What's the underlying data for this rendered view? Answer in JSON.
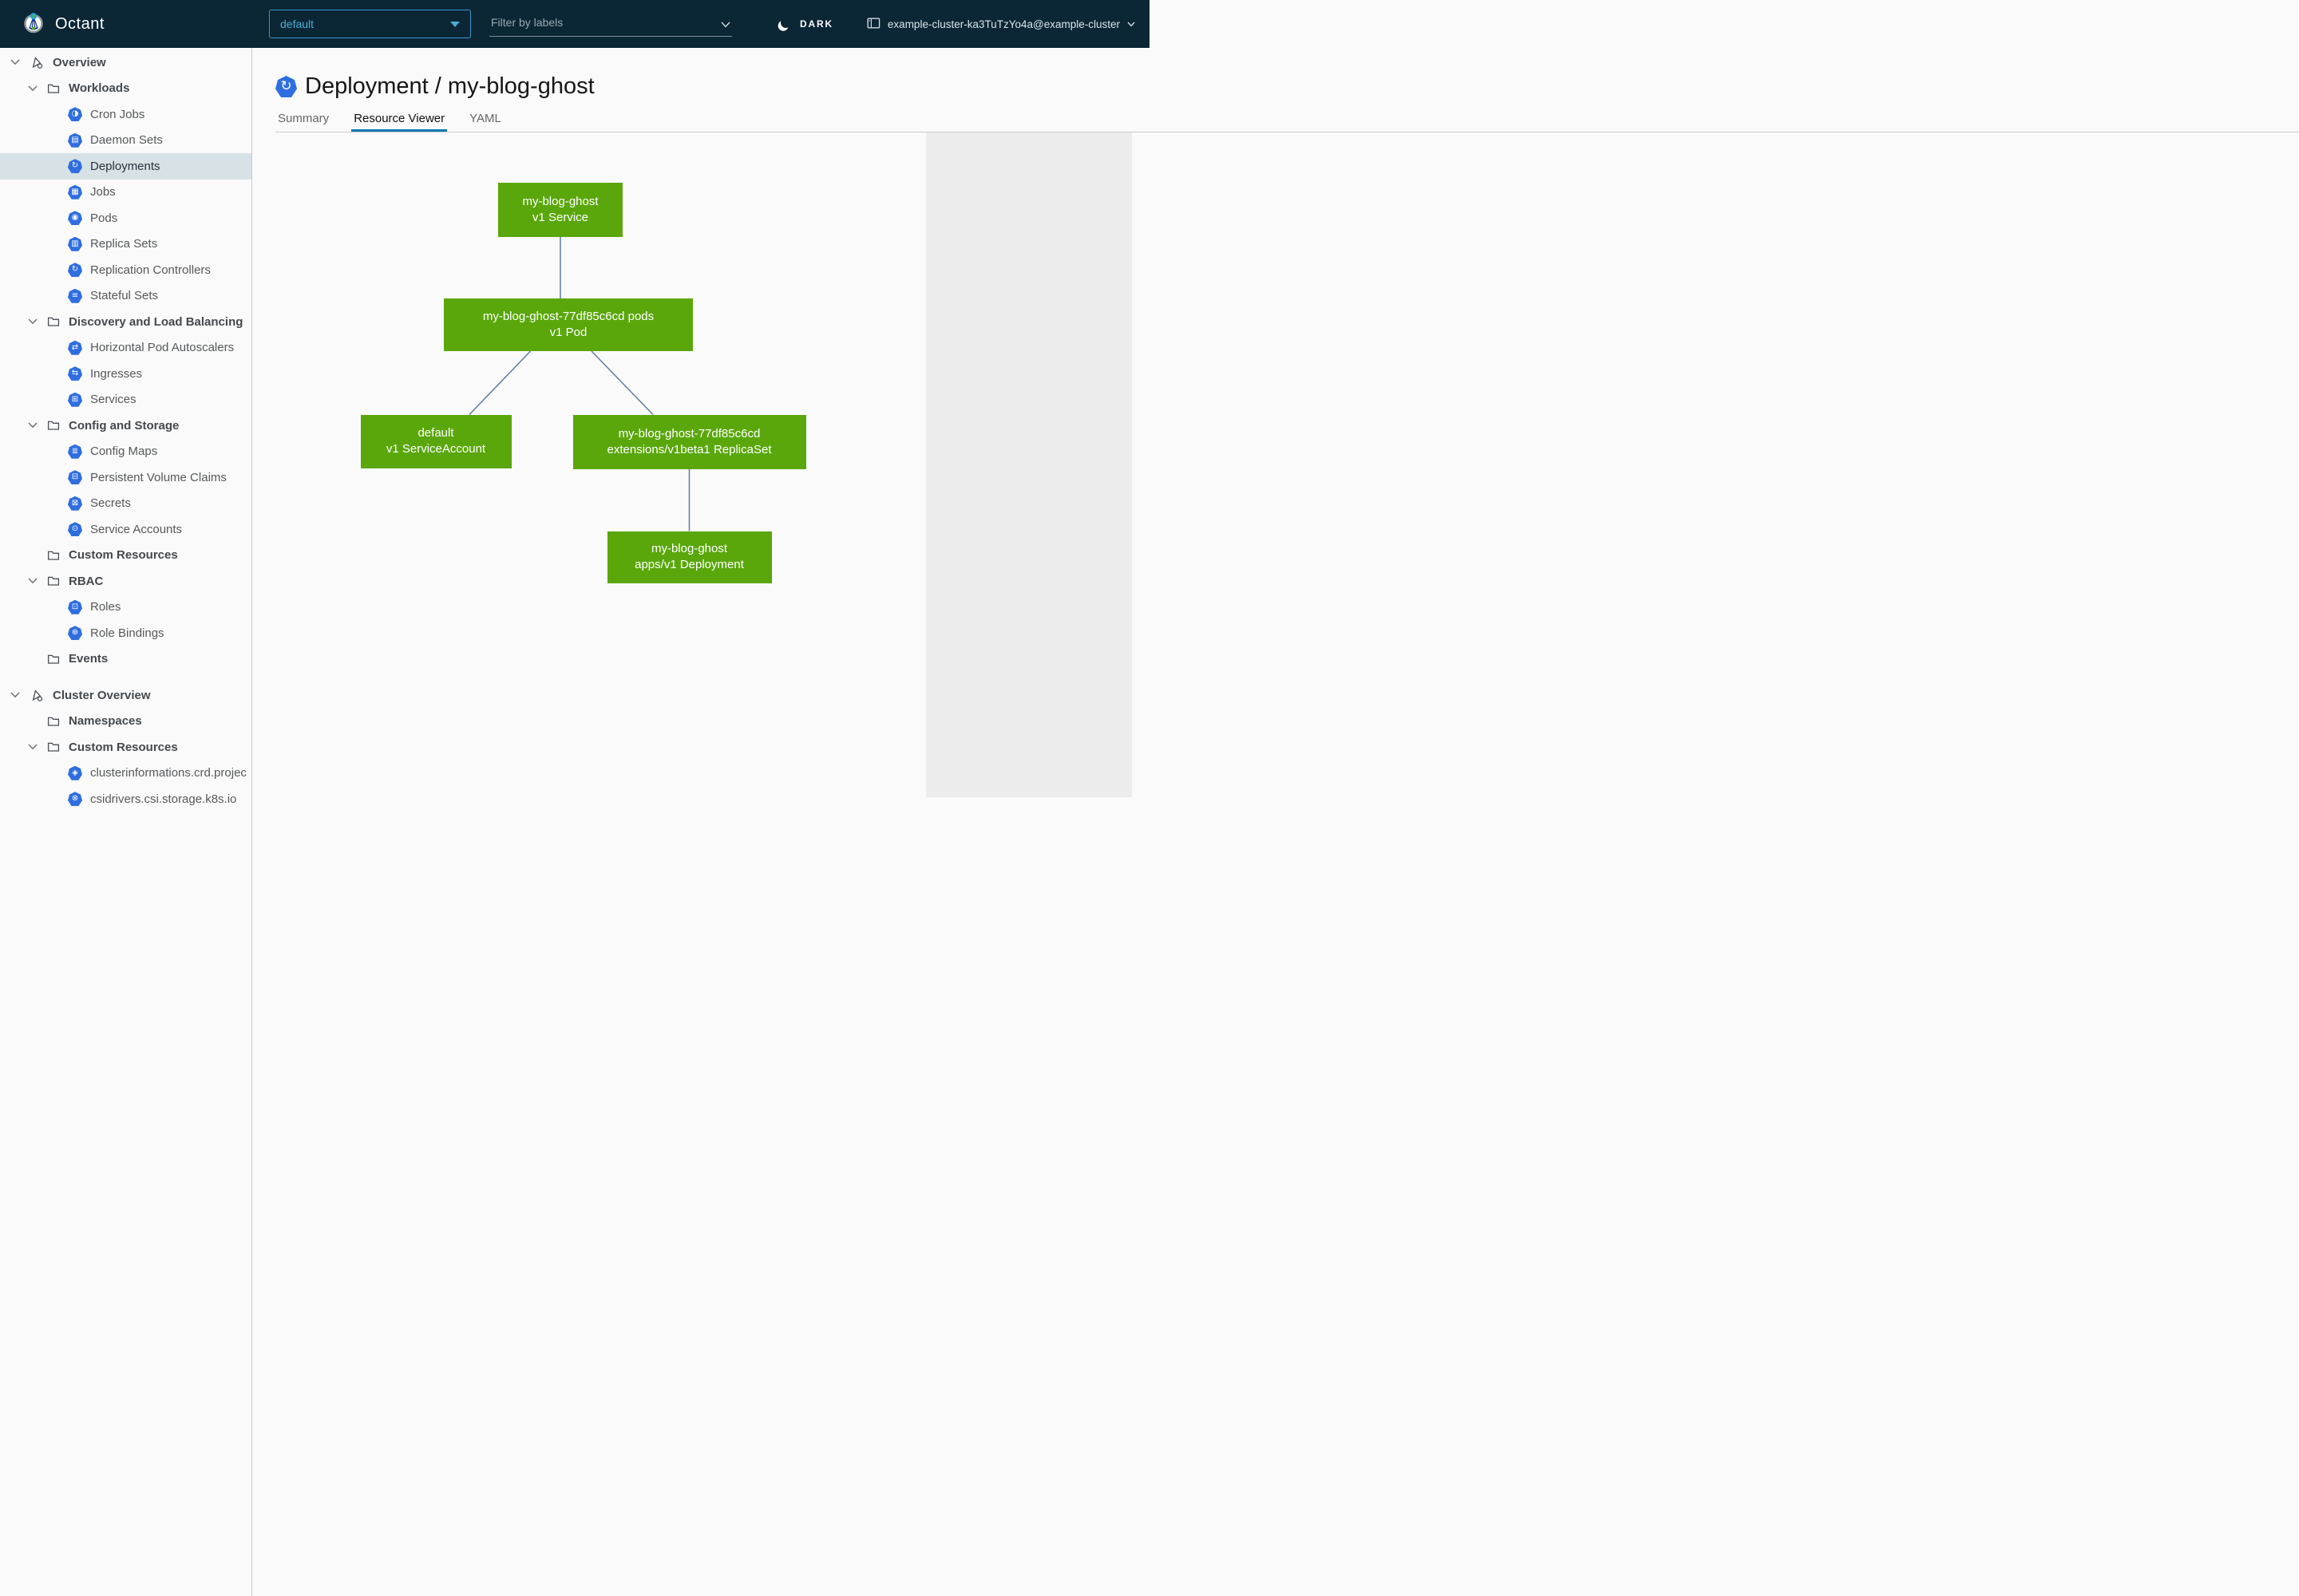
{
  "header": {
    "app_name": "Octant",
    "namespace": {
      "value": "default"
    },
    "filter_placeholder": "Filter by labels",
    "theme_toggle_label": "DARK",
    "cluster_context": "example-cluster-ka3TuTzYo4a@example-cluster"
  },
  "sidebar": {
    "items": [
      {
        "type": "section",
        "label": "Overview",
        "icon": "objects-icon",
        "chevron": true
      },
      {
        "type": "group",
        "label": "Workloads",
        "icon": "folder-icon",
        "chevron": true
      },
      {
        "type": "leaf",
        "label": "Cron Jobs",
        "icon": "cron-jobs-icon",
        "glyph": "◑"
      },
      {
        "type": "leaf",
        "label": "Daemon Sets",
        "icon": "daemon-sets-icon",
        "glyph": "▤"
      },
      {
        "type": "leaf",
        "label": "Deployments",
        "icon": "deployments-icon",
        "glyph": "↻",
        "selected": true
      },
      {
        "type": "leaf",
        "label": "Jobs",
        "icon": "jobs-icon",
        "glyph": "▦"
      },
      {
        "type": "leaf",
        "label": "Pods",
        "icon": "pods-icon",
        "glyph": "◉"
      },
      {
        "type": "leaf",
        "label": "Replica Sets",
        "icon": "replica-sets-icon",
        "glyph": "▥"
      },
      {
        "type": "leaf",
        "label": "Replication Controllers",
        "icon": "replication-controllers-icon",
        "glyph": "↻"
      },
      {
        "type": "leaf",
        "label": "Stateful Sets",
        "icon": "stateful-sets-icon",
        "glyph": "≡"
      },
      {
        "type": "group",
        "label": "Discovery and Load Balancing",
        "icon": "folder-icon",
        "chevron": true
      },
      {
        "type": "leaf",
        "label": "Horizontal Pod Autoscalers",
        "icon": "horizontal-pod-autoscalers-icon",
        "glyph": "⇄"
      },
      {
        "type": "leaf",
        "label": "Ingresses",
        "icon": "ingresses-icon",
        "glyph": "⇆"
      },
      {
        "type": "leaf",
        "label": "Services",
        "icon": "services-icon",
        "glyph": "⊞"
      },
      {
        "type": "group",
        "label": "Config and Storage",
        "icon": "folder-icon",
        "chevron": true
      },
      {
        "type": "leaf",
        "label": "Config Maps",
        "icon": "config-maps-icon",
        "glyph": "≣"
      },
      {
        "type": "leaf",
        "label": "Persistent Volume Claims",
        "icon": "persistent-volume-claims-icon",
        "glyph": "⊟"
      },
      {
        "type": "leaf",
        "label": "Secrets",
        "icon": "secrets-icon",
        "glyph": "⊠"
      },
      {
        "type": "leaf",
        "label": "Service Accounts",
        "icon": "service-accounts-icon",
        "glyph": "⊙"
      },
      {
        "type": "group",
        "label": "Custom Resources",
        "icon": "folder-icon",
        "chevron": false
      },
      {
        "type": "group",
        "label": "RBAC",
        "icon": "folder-icon",
        "chevron": true
      },
      {
        "type": "leaf",
        "label": "Roles",
        "icon": "roles-icon",
        "glyph": "⊡"
      },
      {
        "type": "leaf",
        "label": "Role Bindings",
        "icon": "role-bindings-icon",
        "glyph": "⊕"
      },
      {
        "type": "group",
        "label": "Events",
        "icon": "folder-icon",
        "chevron": false
      },
      {
        "type": "section",
        "label": "Cluster Overview",
        "icon": "objects-icon",
        "chevron": true,
        "gap_before": true
      },
      {
        "type": "group",
        "label": "Namespaces",
        "icon": "folder-icon",
        "chevron": false
      },
      {
        "type": "group",
        "label": "Custom Resources",
        "icon": "folder-icon",
        "chevron": true
      },
      {
        "type": "leaf",
        "label": "clusterinformations.crd.projec",
        "icon": "custom-resource-icon",
        "glyph": "◈"
      },
      {
        "type": "leaf",
        "label": "csidrivers.csi.storage.k8s.io",
        "icon": "custom-resource-icon",
        "glyph": "⊗"
      }
    ]
  },
  "main": {
    "title": "Deployment / my-blog-ghost",
    "tabs": [
      {
        "label": "Summary",
        "active": false
      },
      {
        "label": "Resource Viewer",
        "active": true
      },
      {
        "label": "YAML",
        "active": false
      }
    ]
  },
  "graph": {
    "nodes": [
      {
        "id": "service",
        "name": "my-blog-ghost",
        "kind": "v1 Service"
      },
      {
        "id": "pods",
        "name": "my-blog-ghost-77df85c6cd pods",
        "kind": "v1 Pod"
      },
      {
        "id": "serviceaccount",
        "name": "default",
        "kind": "v1 ServiceAccount"
      },
      {
        "id": "replicaset",
        "name": "my-blog-ghost-77df85c6cd",
        "kind": "extensions/v1beta1 ReplicaSet"
      },
      {
        "id": "deployment",
        "name": "my-blog-ghost",
        "kind": "apps/v1 Deployment"
      }
    ],
    "edges": [
      {
        "from": "service",
        "to": "pods"
      },
      {
        "from": "pods",
        "to": "serviceaccount"
      },
      {
        "from": "pods",
        "to": "replicaset"
      },
      {
        "from": "replicaset",
        "to": "deployment"
      }
    ],
    "status_color": "#5aa70c",
    "edge_color": "#5e7ca0"
  },
  "colors": {
    "header_bg": "#0b2635",
    "accent_blue": "#49afd9",
    "tab_active_underline": "#0d7ab5",
    "k8s_icon_blue": "#2e6ee0",
    "selected_row_bg": "#d7e2e7"
  }
}
